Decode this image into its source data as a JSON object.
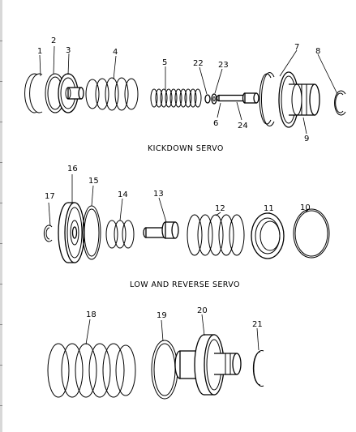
{
  "captions": {
    "kickdown": "KICKDOWN SERVO",
    "low_reverse": "LOW AND REVERSE SERVO"
  },
  "callouts": {
    "c1": "1",
    "c2": "2",
    "c3": "3",
    "c4": "4",
    "c5": "5",
    "c6": "6",
    "c7": "7",
    "c8": "8",
    "c9": "9",
    "c10": "10",
    "c11": "11",
    "c12": "12",
    "c13": "13",
    "c14": "14",
    "c15": "15",
    "c16": "16",
    "c17": "17",
    "c18": "18",
    "c19": "19",
    "c20": "20",
    "c21": "21",
    "c22": "22",
    "c23": "23",
    "c24": "24"
  }
}
